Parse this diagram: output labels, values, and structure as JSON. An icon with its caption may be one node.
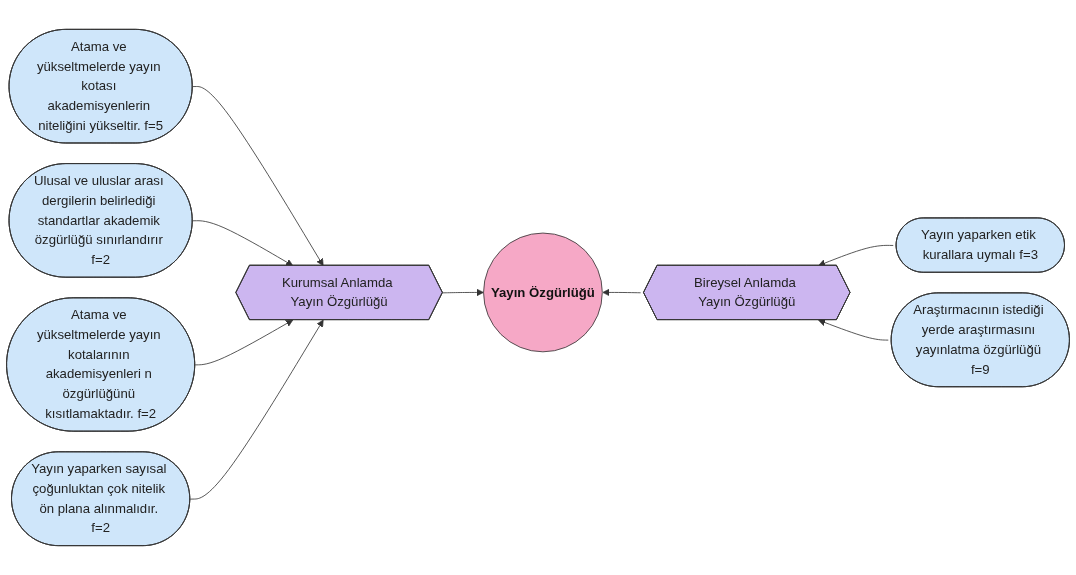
{
  "diagram": {
    "nodes": [
      {
        "text": [
          "Atama ve yükseltmelerde yayın kotası akademisyenlerin niteliğini yükseltir. f=5"
        ]
      },
      {
        "text": [
          "Ulusal ve uluslar arası dergilerin belirlediği standartlar akademik özgürlüğü sınırlandırır f=2"
        ]
      },
      {
        "text": [
          "Yayın yaparken etik kurallara uymalı f=3"
        ]
      },
      {
        "text": [
          "Atama ve yükseltmelerde yayın kotalarının akademisyenleri n özgürlüğünü kısıtlamaktadır. f=2"
        ]
      },
      {
        "text": [
          "Kurumsal Anlamda Yayın Özgürlüğü"
        ]
      },
      {
        "text": [
          "Yayın Özgürlüğü"
        ]
      },
      {
        "text": [
          "Bireysel Anlamda Yayın Özgürlüğü"
        ]
      },
      {
        "text": [
          "Yayın yaparken sayısal çoğunluktan çok nitelik ön plana alınmalıdır. f=2"
        ]
      },
      {
        "text": [
          "Araştırmacının istediği yerde araştırmasını yayınlatma özgürlüğü f=9"
        ]
      }
    ],
    "edges": [
      {
        "from": 0,
        "to": 4,
        "arrow": "to"
      },
      {
        "from": 1,
        "to": 4,
        "arrow": "to"
      },
      {
        "from": 3,
        "to": 4,
        "arrow": "to"
      },
      {
        "from": 7,
        "to": 4,
        "arrow": "to"
      },
      {
        "from": 4,
        "to": 5,
        "arrow": "to"
      },
      {
        "from": 6,
        "to": 5,
        "arrow": "to"
      },
      {
        "from": 2,
        "to": 6,
        "arrow": "to"
      },
      {
        "from": 8,
        "to": 6,
        "arrow": "to"
      }
    ]
  }
}
